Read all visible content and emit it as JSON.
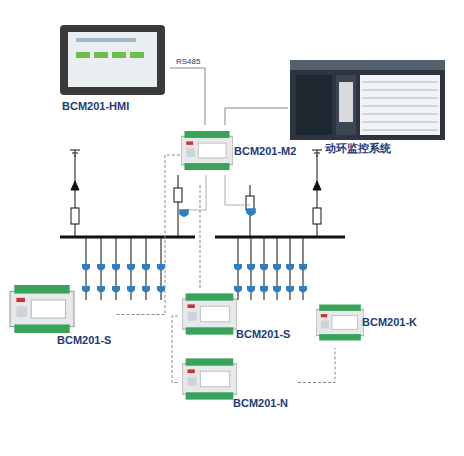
{
  "diagram": {
    "nodes": [
      {
        "text": [
          "BCM201-HMI"
        ]
      },
      {
        "text": [
          "动环监控系统"
        ]
      },
      {
        "text": [
          "BCM201-M2"
        ]
      },
      {
        "text": [
          "BCM201-S"
        ]
      },
      {
        "text": [
          "BCM201-S"
        ]
      },
      {
        "text": [
          "BCM201-K"
        ]
      },
      {
        "text": [
          "BCM201-N"
        ]
      }
    ],
    "edges": [
      {
        "from": 0,
        "to": 2,
        "label": "RS485",
        "arrow": "none"
      },
      {
        "from": 2,
        "to": 1,
        "arrow": "none"
      },
      {
        "from": 2,
        "to": 3,
        "arrow": "none"
      },
      {
        "from": 2,
        "to": 4,
        "arrow": "none"
      },
      {
        "from": 4,
        "to": 6,
        "arrow": "none"
      },
      {
        "from": 6,
        "to": 5,
        "arrow": "none"
      }
    ]
  }
}
